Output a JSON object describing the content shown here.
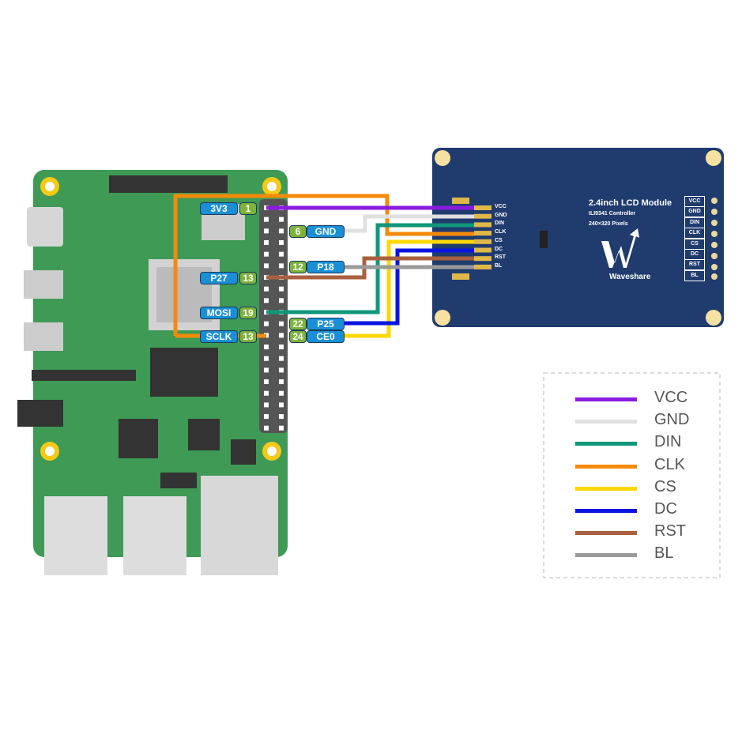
{
  "pi_labels": {
    "l1": "3V3",
    "n1": "1",
    "n6": "6",
    "l6": "GND",
    "n12": "12",
    "l12": "P18",
    "l13a": "P27",
    "n13a": "13",
    "l19": "MOSI",
    "n19": "19",
    "n22": "22",
    "l22": "P25",
    "n24": "24",
    "l24": "CE0",
    "l13b": "SCLK",
    "n13b": "13"
  },
  "lcd": {
    "title": "2.4inch LCD Module",
    "controller": "ILI9341 Controller",
    "pixels": "240×320 Pixels",
    "brand": "Waveshare",
    "pins": [
      "VCC",
      "GND",
      "DIN",
      "CLK",
      "CS",
      "DC",
      "RST",
      "BL"
    ]
  },
  "legend": [
    {
      "label": "VCC",
      "color": "#8a1be0"
    },
    {
      "label": "GND",
      "color": "#e0e0e0"
    },
    {
      "label": "DIN",
      "color": "#10977a"
    },
    {
      "label": "CLK",
      "color": "#f58a0a"
    },
    {
      "label": "CS",
      "color": "#ffd800"
    },
    {
      "label": "DC",
      "color": "#0a14e0"
    },
    {
      "label": "RST",
      "color": "#a8603e"
    },
    {
      "label": "BL",
      "color": "#9a9a9a"
    }
  ]
}
